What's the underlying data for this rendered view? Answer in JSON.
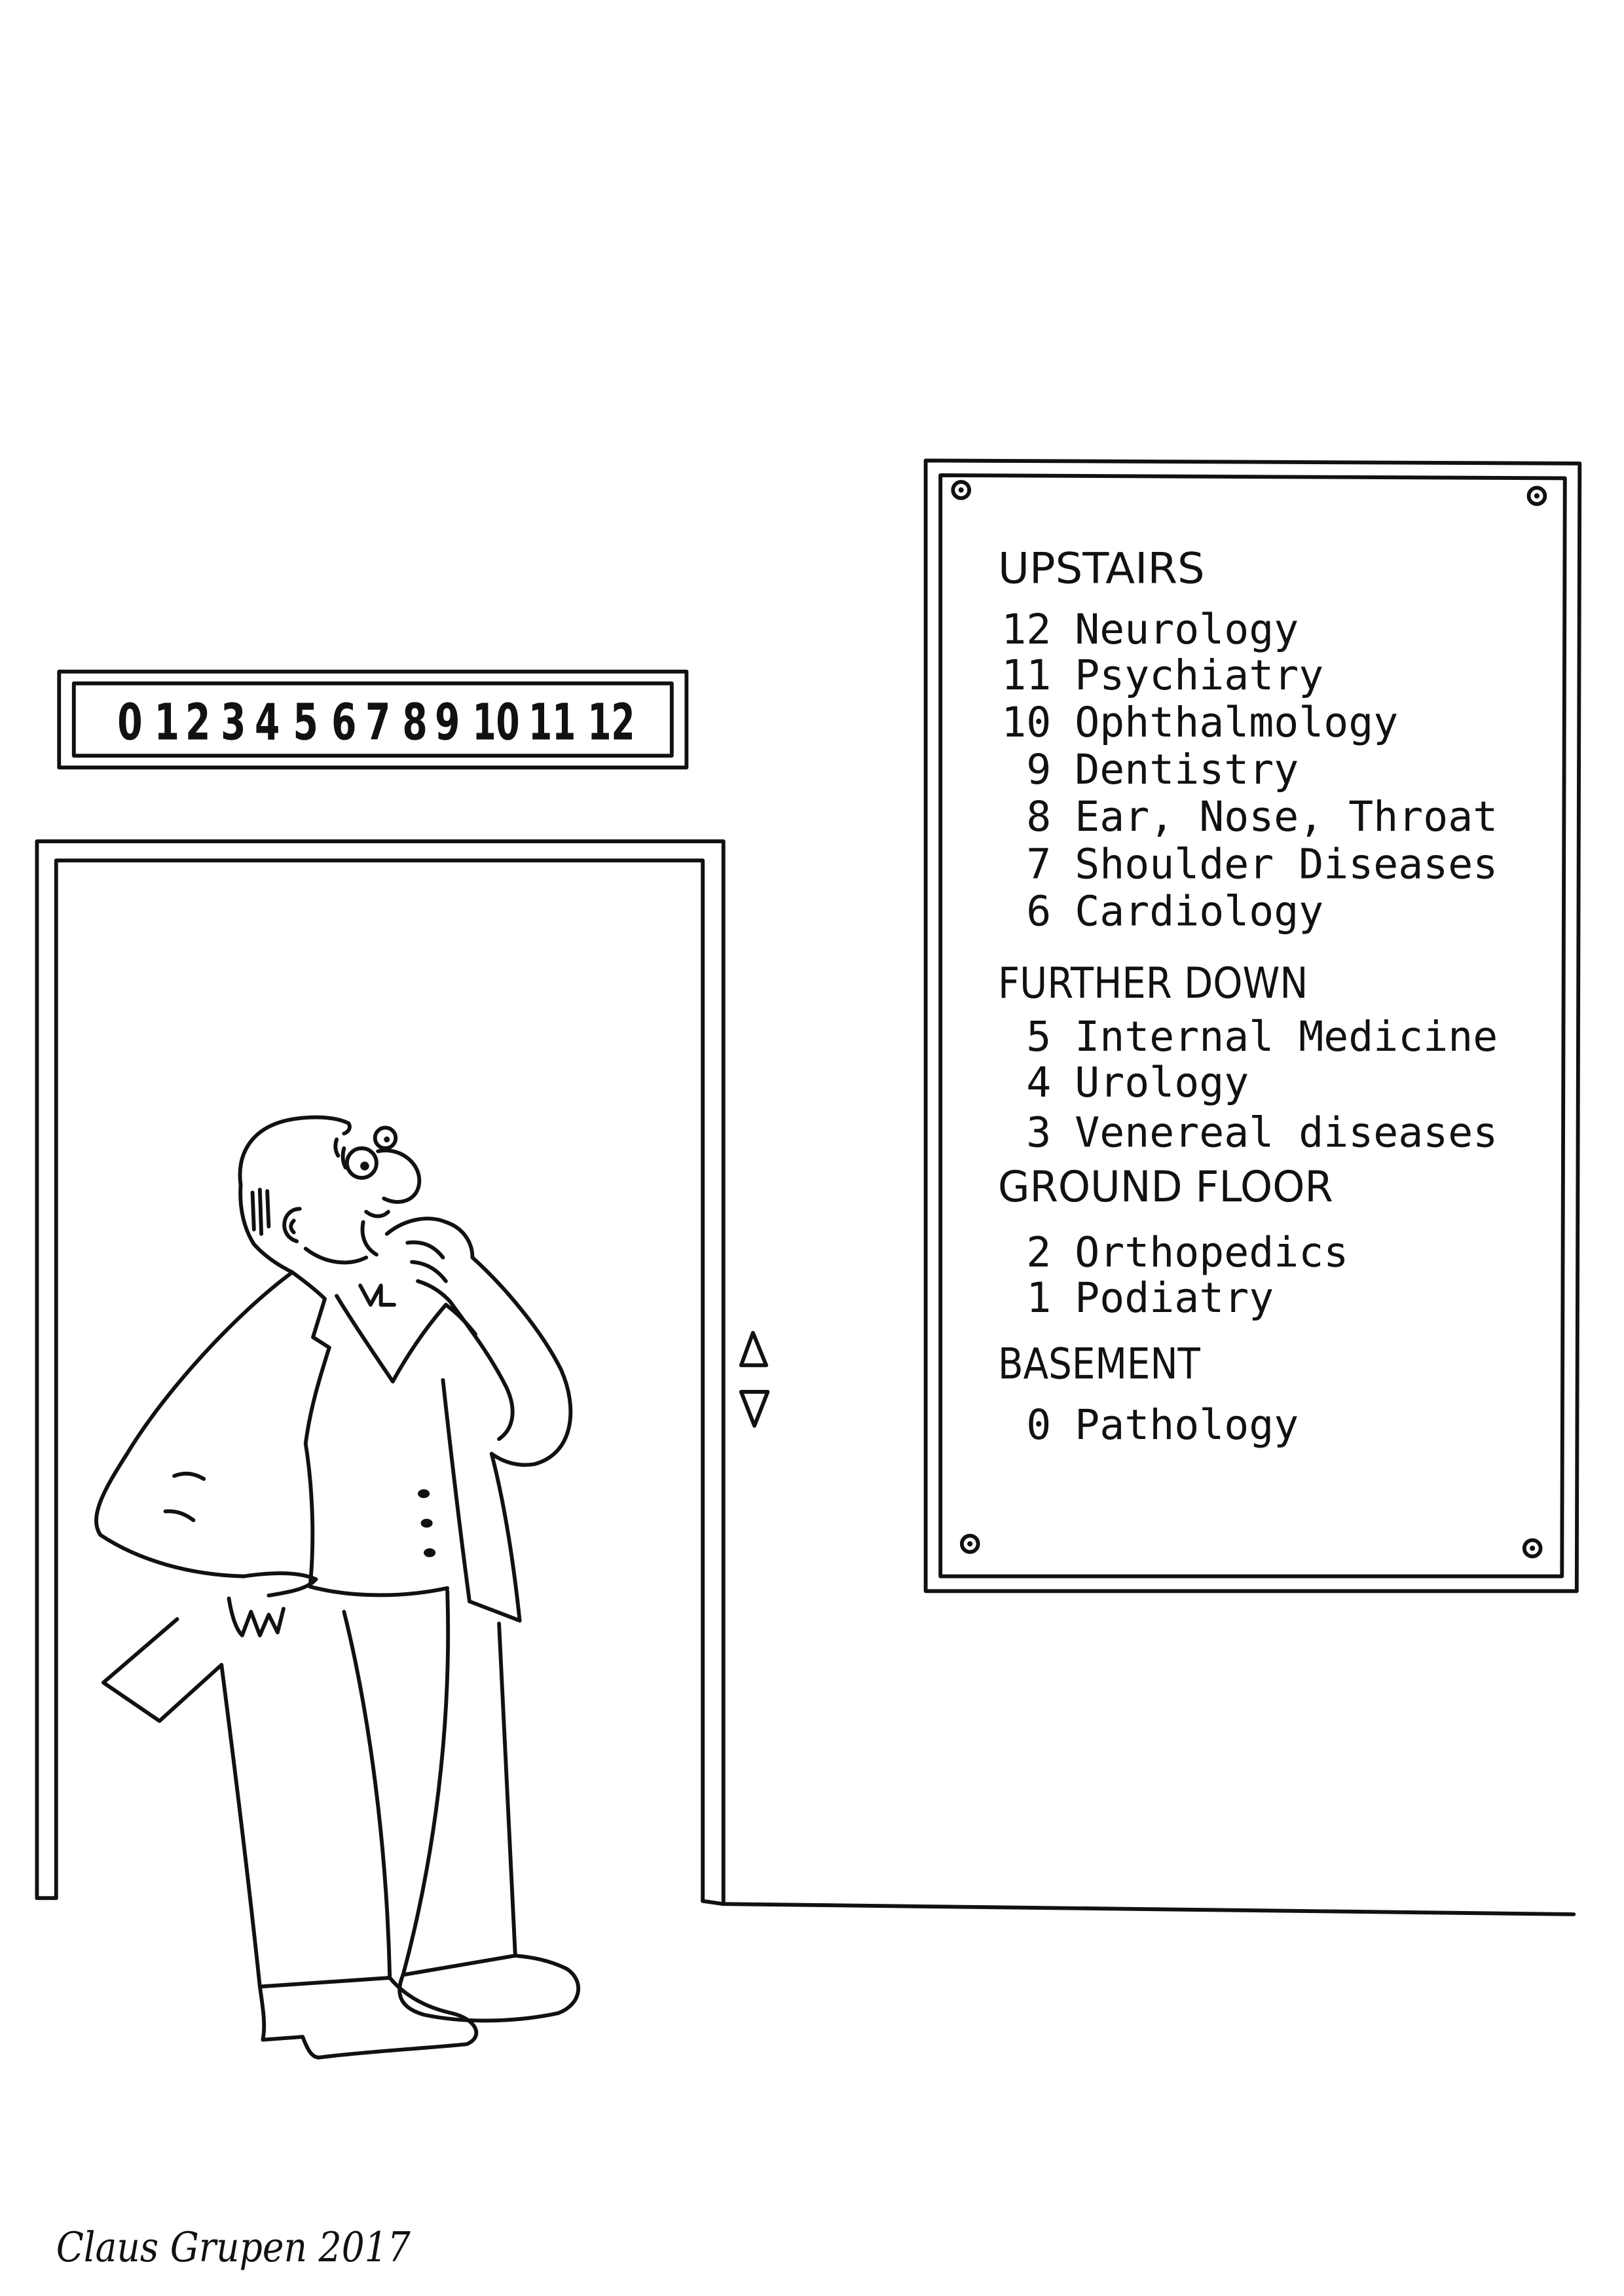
{
  "colors": {
    "ink": "#111111",
    "paper": "#ffffff"
  },
  "floor_indicator": {
    "floors": [
      "0",
      "1",
      "2",
      "3",
      "4",
      "5",
      "6",
      "7",
      "8",
      "9",
      "10",
      "11",
      "12"
    ]
  },
  "elevator": {
    "call_buttons": [
      {
        "icon": "up-arrow-icon"
      },
      {
        "icon": "down-arrow-icon"
      }
    ]
  },
  "directory": {
    "sections": [
      {
        "heading": "UPSTAIRS",
        "items": [
          {
            "floor": "12",
            "name": "Neurology"
          },
          {
            "floor": "11",
            "name": "Psychiatry"
          },
          {
            "floor": "10",
            "name": "Ophthalmology"
          },
          {
            "floor": "9",
            "name": "Dentistry"
          },
          {
            "floor": "8",
            "name": "Ear, Nose, Throat"
          },
          {
            "floor": "7",
            "name": "Shoulder Diseases"
          },
          {
            "floor": "6",
            "name": "Cardiology"
          }
        ]
      },
      {
        "heading": "FURTHER DOWN",
        "items": [
          {
            "floor": "5",
            "name": "Internal Medicine"
          },
          {
            "floor": "4",
            "name": "Urology"
          },
          {
            "floor": "3",
            "name": "Venereal diseases"
          }
        ]
      },
      {
        "heading": "GROUND FLOOR",
        "items": [
          {
            "floor": "2",
            "name": "Orthopedics"
          },
          {
            "floor": "1",
            "name": "Podiatry"
          }
        ]
      },
      {
        "heading": "BASEMENT",
        "items": [
          {
            "floor": "0",
            "name": "Pathology"
          }
        ]
      }
    ]
  },
  "signature": "Claus Grupen 2017"
}
